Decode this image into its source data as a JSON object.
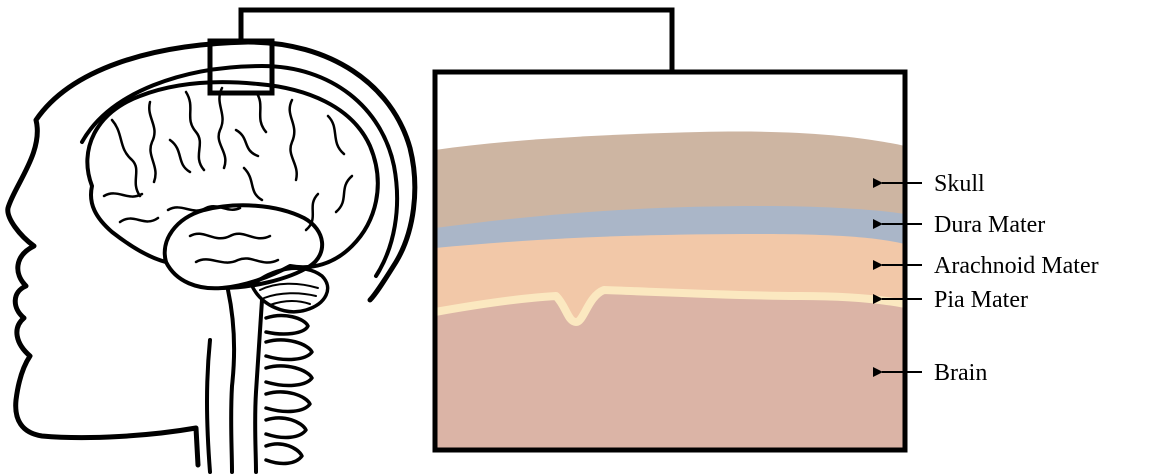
{
  "labels": {
    "skull": "Skull",
    "dura": "Dura Mater",
    "arachnoid": "Arachnoid Mater",
    "pia": "Pia Mater",
    "brain": "Brain"
  },
  "colors": {
    "skull": "#cdb5a2",
    "dura": "#aab6c8",
    "arachnoid": "#f2c8a8",
    "pia": "#fbe8c0",
    "brain": "#dbb4a6",
    "outline": "#000000"
  }
}
